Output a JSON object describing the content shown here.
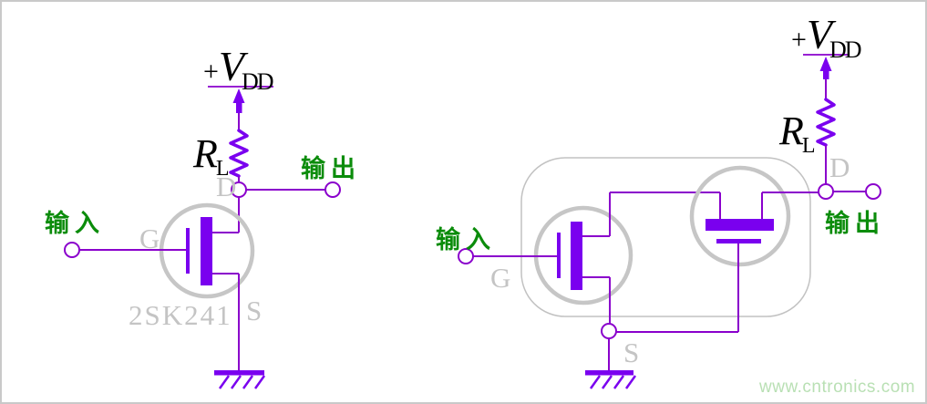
{
  "colors": {
    "wire": "#8A00CC",
    "component": "#7A00EF",
    "device-outline": "#C6C6C6",
    "ic-outline": "#C2C2C2",
    "pin-text": "#C4C4C4",
    "cn-text": "#0B8C0B",
    "watermark": "#B9E0B4",
    "border": "#C9C9C9",
    "black-text": "#000000"
  },
  "left_circuit": {
    "supply": {
      "prefix": "+",
      "symbol": "V",
      "subscript": "DD"
    },
    "load_resistor": {
      "symbol": "R",
      "subscript": "L"
    },
    "input_label": "输入",
    "output_label": "输出",
    "gate_pin": "G",
    "drain_pin": "D",
    "source_pin": "S",
    "part_number": "2SK241"
  },
  "right_circuit": {
    "supply": {
      "prefix": "+",
      "symbol": "V",
      "subscript": "DD"
    },
    "load_resistor": {
      "symbol": "R",
      "subscript": "L"
    },
    "input_label": "输入",
    "output_label": "输出",
    "gate_pin": "G",
    "drain_pin": "D",
    "source_pin": "S"
  },
  "watermark": "www.cntronics.com"
}
